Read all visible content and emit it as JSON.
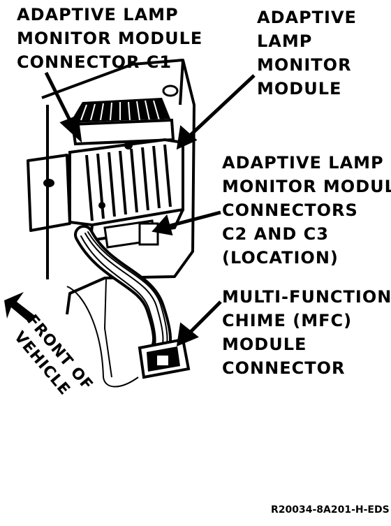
{
  "labels": {
    "connector_c1": [
      "ADAPTIVE LAMP",
      "MONITOR MODULE",
      "CONNECTOR C1"
    ],
    "module": [
      "ADAPTIVE",
      "LAMP",
      "MONITOR",
      "MODULE"
    ],
    "connectors_c2_c3": [
      "ADAPTIVE LAMP",
      "MONITOR MODULE",
      "CONNECTORS",
      "C2 AND C3",
      "(LOCATION)"
    ],
    "mfc_connector": [
      "MULTI-FUNCTION",
      "CHIME (MFC)",
      "MODULE",
      "CONNECTOR"
    ],
    "front_of_vehicle": [
      "FRONT OF",
      "VEHICLE"
    ]
  },
  "figure_id": "R20034-8A201-H-EDS"
}
